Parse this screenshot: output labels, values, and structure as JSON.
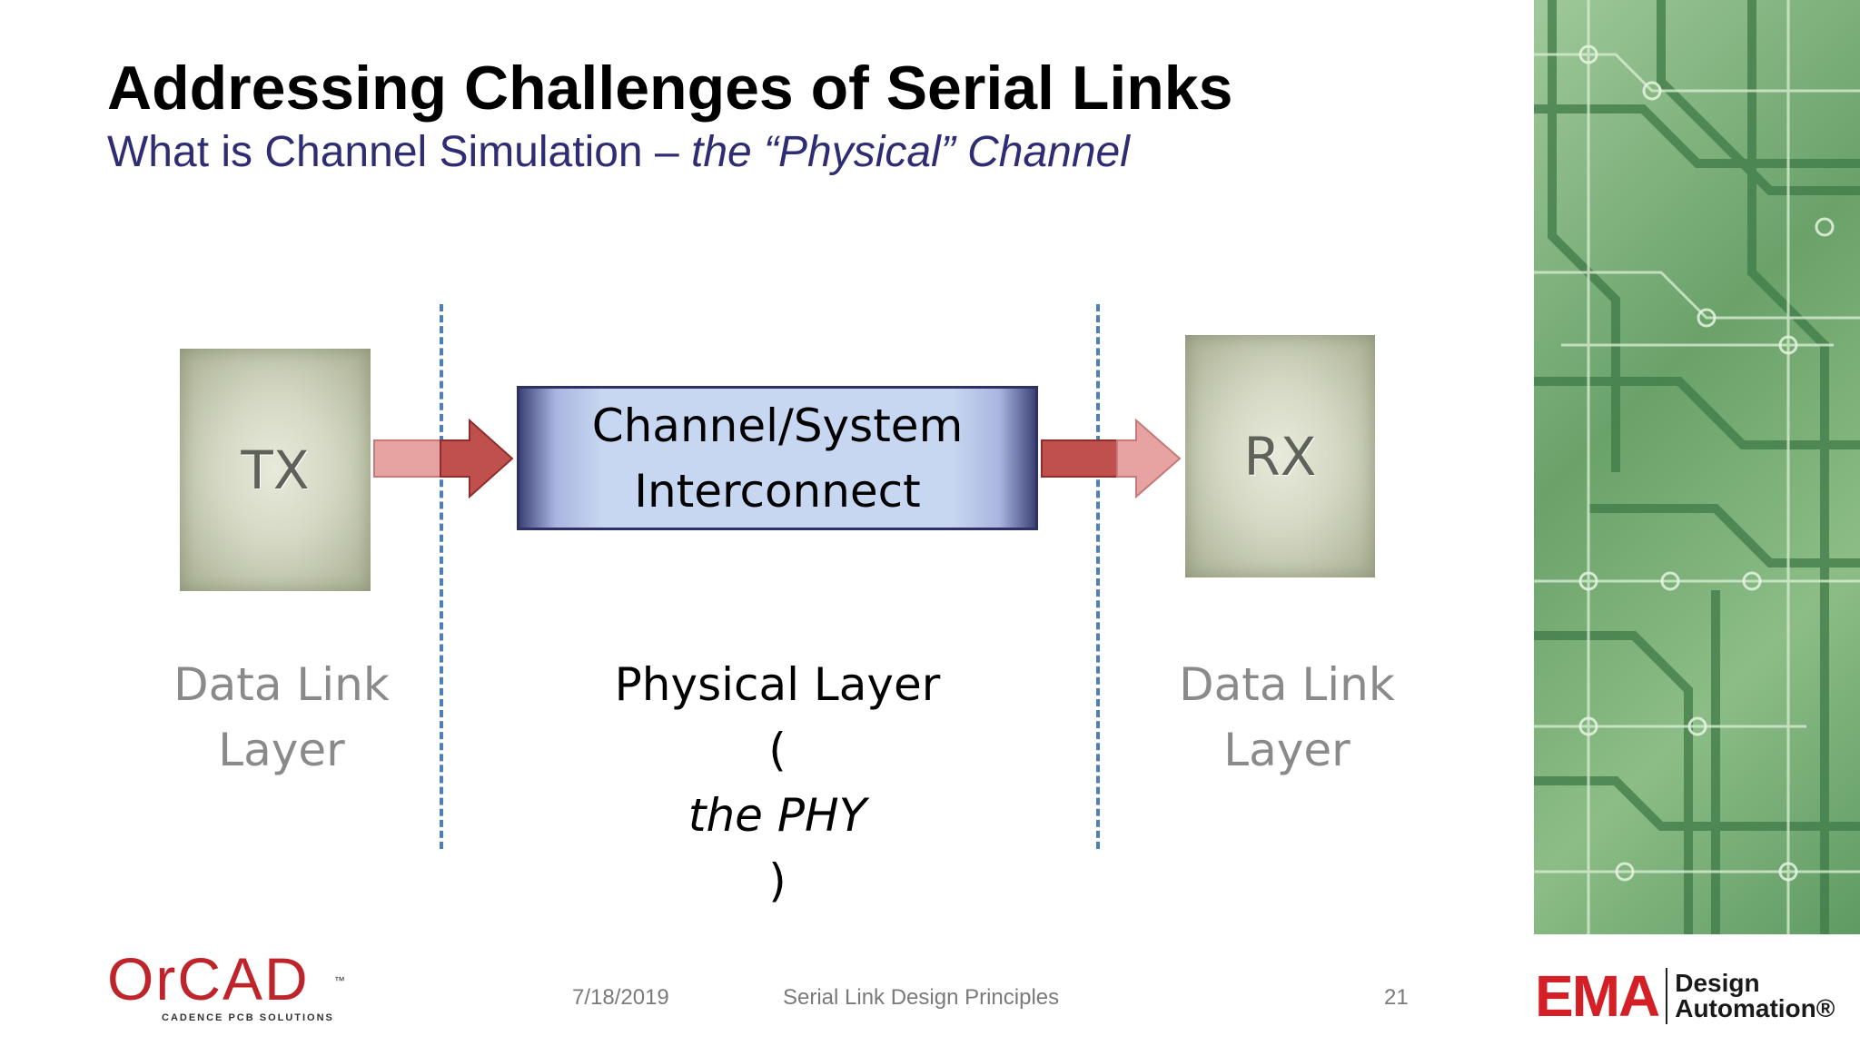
{
  "slide": {
    "title": "Addressing Challenges of Serial Links",
    "subtitle_plain": "What is Channel Simulation – ",
    "subtitle_italic": "the “Physical” Channel"
  },
  "diagram": {
    "tx_label": "TX",
    "rx_label": "RX",
    "channel_line1": "Channel/System",
    "channel_line2": "Interconnect",
    "left_layer_line1": "Data Link",
    "left_layer_line2": "Layer",
    "phy_line1": "Physical Layer",
    "phy_line2_open": "(",
    "phy_line2_italic": "the PHY",
    "phy_line2_close": ")",
    "right_layer_line1": "Data Link",
    "right_layer_line2": "Layer"
  },
  "footer": {
    "date": "7/18/2019",
    "deck_title": "Serial Link Design Principles",
    "page_number": "21"
  },
  "logos": {
    "orcad_main": "OrCAD",
    "orcad_tm": "™",
    "orcad_sub": "CADENCE PCB SOLUTIONS",
    "ema_mark": "EMA",
    "ema_line1": "Design",
    "ema_line2": "Automation®"
  },
  "colors": {
    "title": "#000000",
    "subtitle": "#2e2d73",
    "divider": "#4f7fb8",
    "arrow_dark": "#c0504d",
    "arrow_light": "#e6a3a2",
    "orcad_red": "#c0242b",
    "ema_red": "#d41f26",
    "pcb_green": "#6aa26a"
  },
  "icons": [
    "pcb-circuit-background",
    "right-arrow-icon"
  ]
}
